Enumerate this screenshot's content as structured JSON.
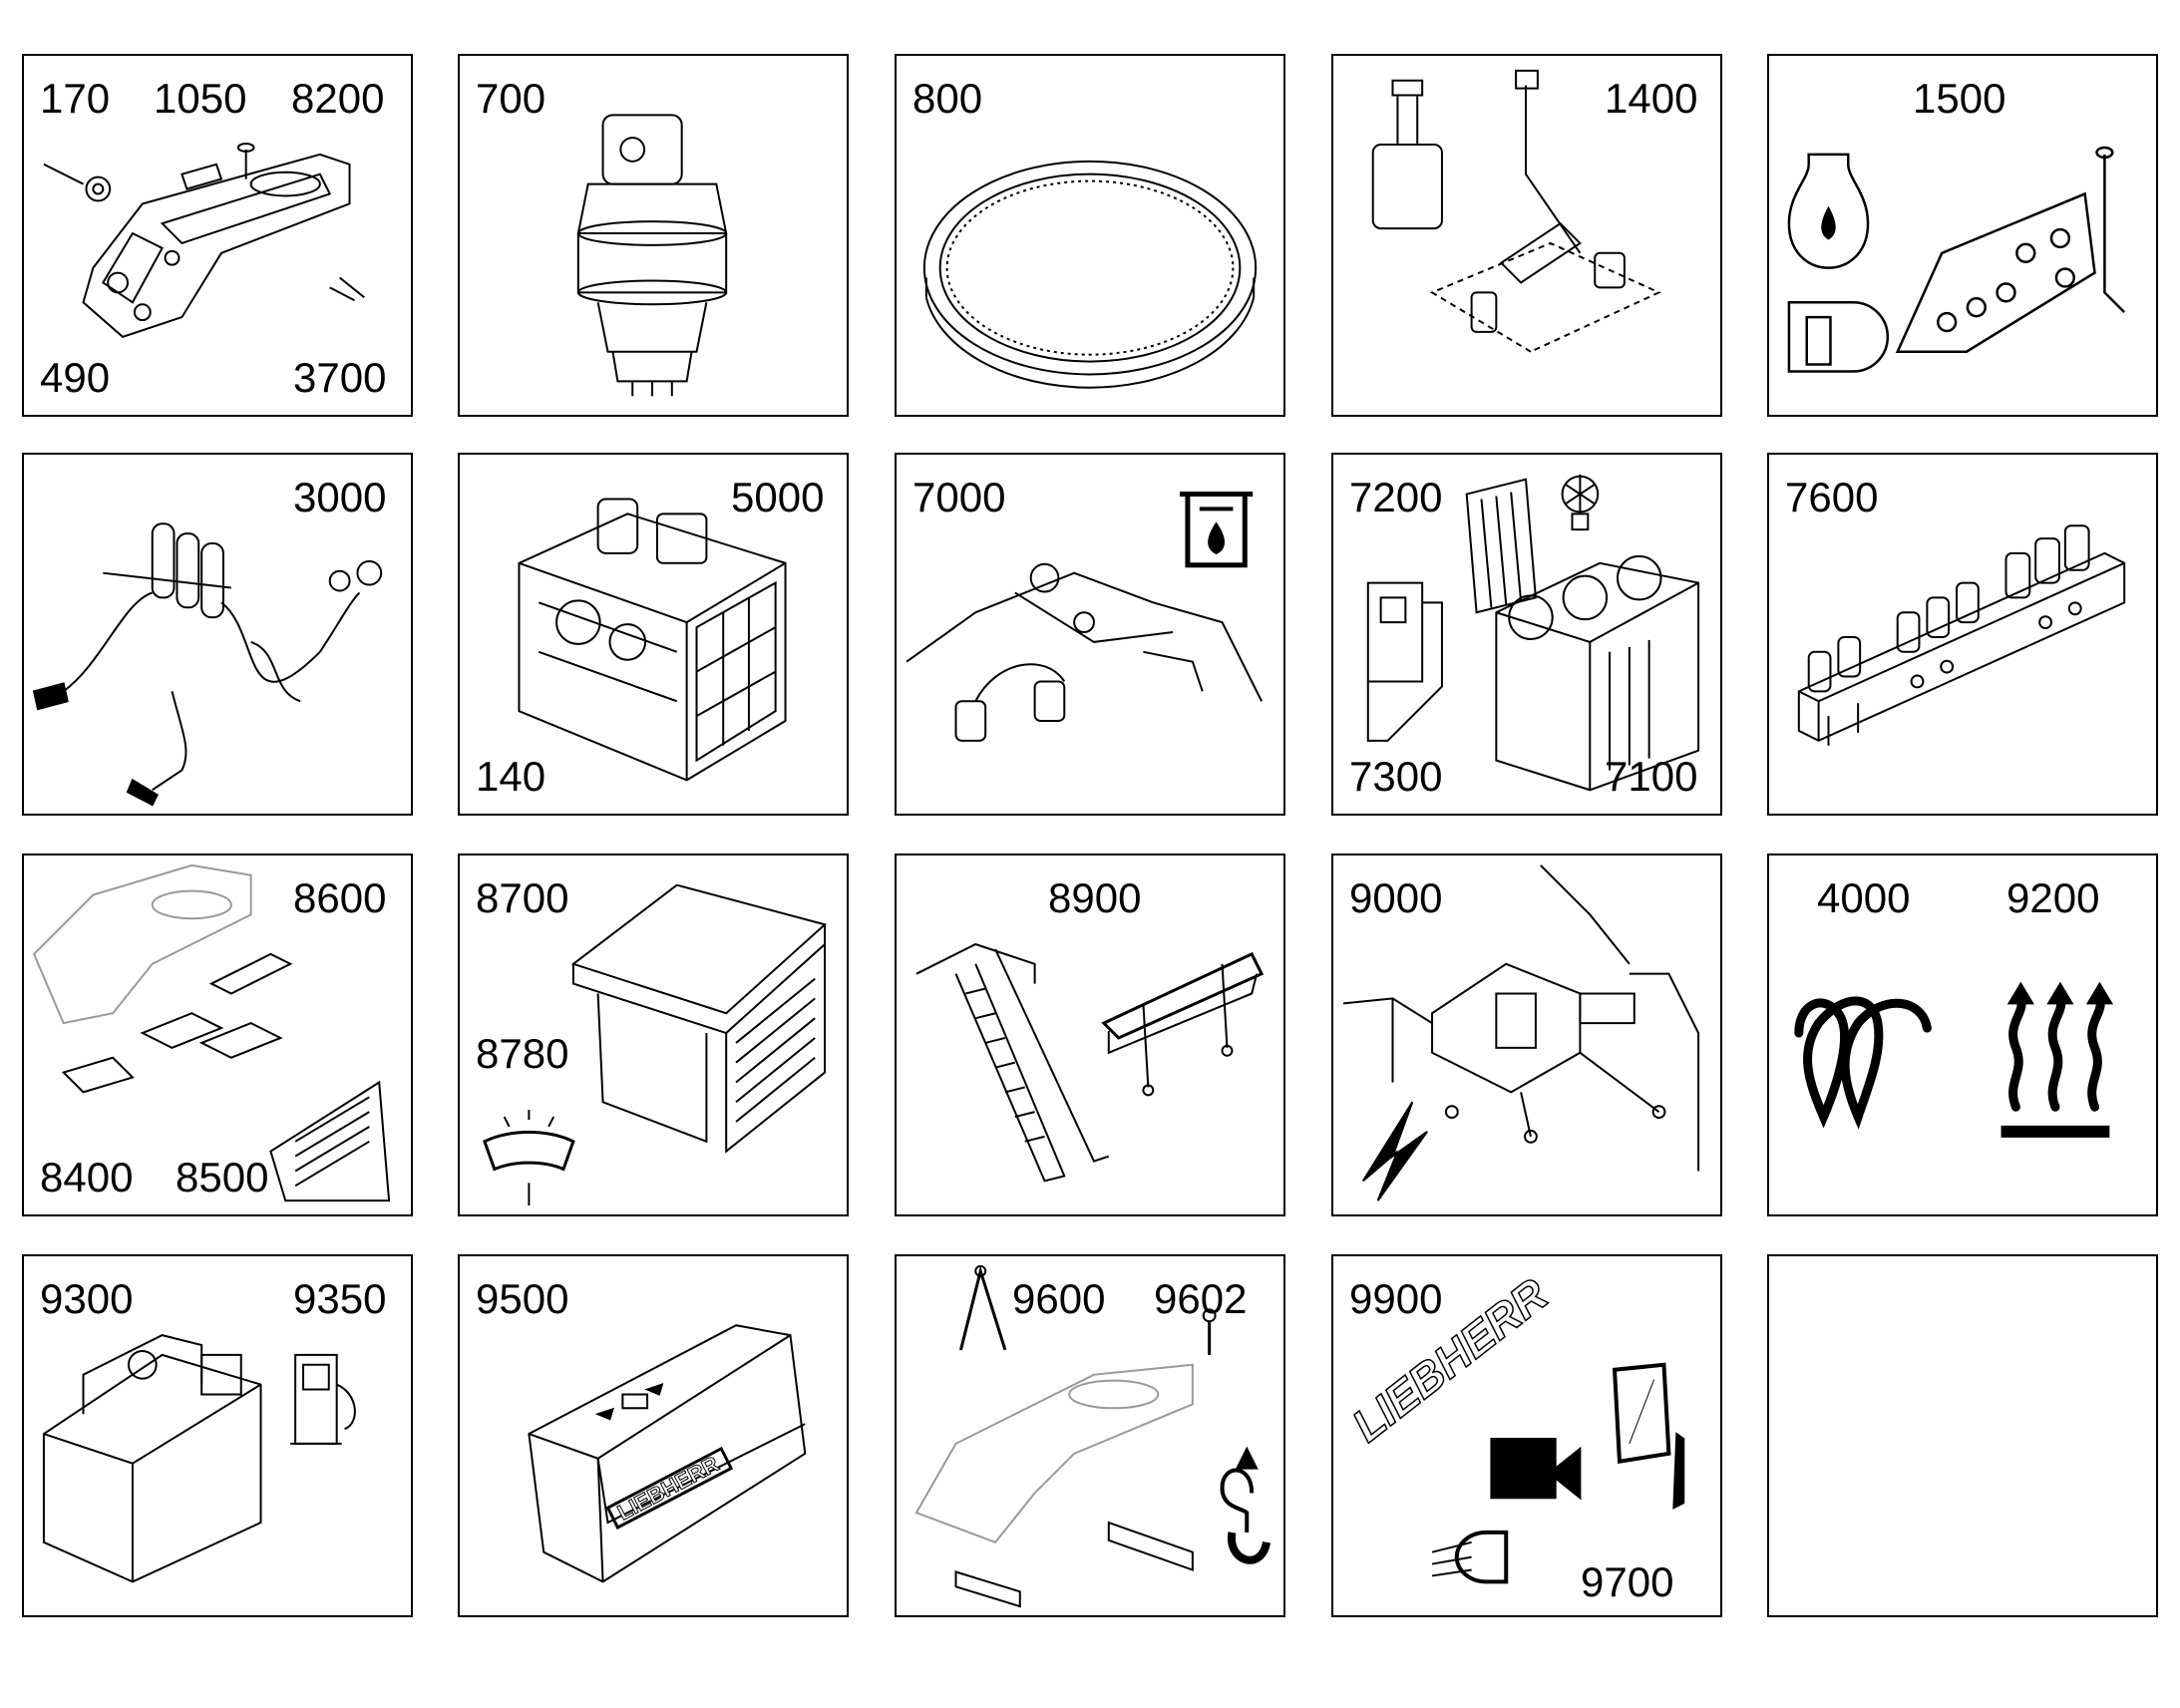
{
  "cells": [
    {
      "labels": [
        "170",
        "1050",
        "8200",
        "490",
        "3700"
      ],
      "icon": "swing-frame-part"
    },
    {
      "labels": [
        "700"
      ],
      "icon": "swing-drive-gearbox"
    },
    {
      "labels": [
        "800"
      ],
      "icon": "slewing-ring"
    },
    {
      "labels": [
        "1400"
      ],
      "icon": "lubrication-system"
    },
    {
      "labels": [
        "1500"
      ],
      "icon": "control-panel-engine-fuel-symbols"
    },
    {
      "labels": [
        "3000"
      ],
      "icon": "hydraulic-hose-assembly"
    },
    {
      "labels": [
        "5000",
        "140"
      ],
      "icon": "engine-module"
    },
    {
      "labels": [
        "7000"
      ],
      "icon": "hydraulic-oil-system"
    },
    {
      "labels": [
        "7200",
        "7300",
        "7100"
      ],
      "icon": "cooling-radiator"
    },
    {
      "labels": [
        "7600"
      ],
      "icon": "control-valve-block"
    },
    {
      "labels": [
        "8600",
        "8400",
        "8500"
      ],
      "icon": "covers-and-mats"
    },
    {
      "labels": [
        "8700",
        "8780"
      ],
      "icon": "operator-cab"
    },
    {
      "labels": [
        "8900"
      ],
      "icon": "access-ladder-railing"
    },
    {
      "labels": [
        "9000"
      ],
      "icon": "electrical-system-lightning"
    },
    {
      "labels": [
        "4000",
        "9200"
      ],
      "icon": "heating-symbols"
    },
    {
      "labels": [
        "9300",
        "9350"
      ],
      "icon": "fuel-tank"
    },
    {
      "labels": [
        "9500"
      ],
      "icon": "counterweight-liebherr"
    },
    {
      "labels": [
        "9600",
        "9602"
      ],
      "icon": "lifting-equipment"
    },
    {
      "labels": [
        "9900",
        "9700"
      ],
      "icon": "liebherr-decal-camera-mirror-light",
      "brand": "LIEBHERR"
    },
    {
      "labels": [],
      "icon": "empty"
    }
  ]
}
